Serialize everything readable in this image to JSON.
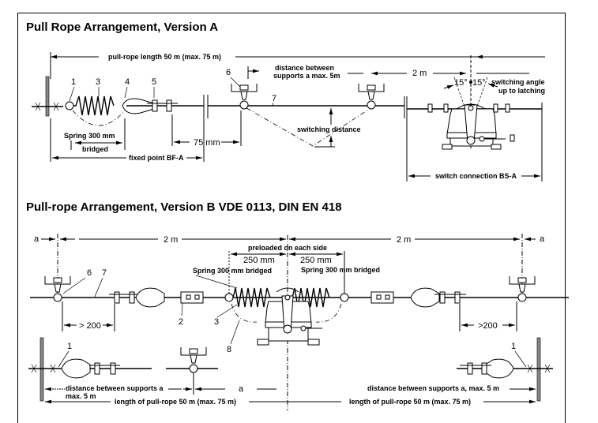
{
  "section_a": {
    "title": "Pull Rope Arrangement, Version A",
    "labels": {
      "pull_rope_length": "pull-rope length 50 m (max. 75 m)",
      "distance_between_1": "distance between",
      "distance_between_2": "supports a max. 5m",
      "two_m": "2 m",
      "angle_left": "15°",
      "angle_right": "15°",
      "switching_angle_1": "switching angle",
      "switching_angle_2": "up to latching",
      "switching_distance": "switching distance",
      "spring": "Spring 300 mm",
      "bridged": "bridged",
      "mm75": "75 mm",
      "fixed_point": "fixed point BF-A",
      "switch_connection": "switch connection BS-A"
    },
    "callouts": [
      "1",
      "3",
      "4",
      "5",
      "6",
      "7"
    ]
  },
  "section_b": {
    "title": "Pull-rope Arrangement, Version B VDE 0113, DIN EN 418",
    "labels": {
      "a_left": "a",
      "a_right": "a",
      "two_m_left": "2 m",
      "two_m_right": "2 m",
      "preloaded": "preloaded on each side",
      "mm250_left": "250 mm",
      "mm250_right": "250 mm",
      "spring_left": "Spring 300 mm bridged",
      "spring_right": "Spring 300 mm bridged",
      "gt200_left": "> 200",
      "gt200_right": ">200",
      "dist_left_1": "distance between supports a",
      "dist_left_2": "max. 5 m",
      "a_bottom": "a",
      "length_left": "length of pull-rope 50 m (max. 75 m)",
      "dist_right": "distance between supports a, max. 5 m",
      "length_right": "length of pull-rope 50 m (max. 75 m)"
    },
    "callouts": {
      "c6": "6",
      "c7": "7",
      "c2": "2",
      "c3": "3",
      "c8": "8",
      "c1_left": "1",
      "c1_right": "1"
    }
  }
}
